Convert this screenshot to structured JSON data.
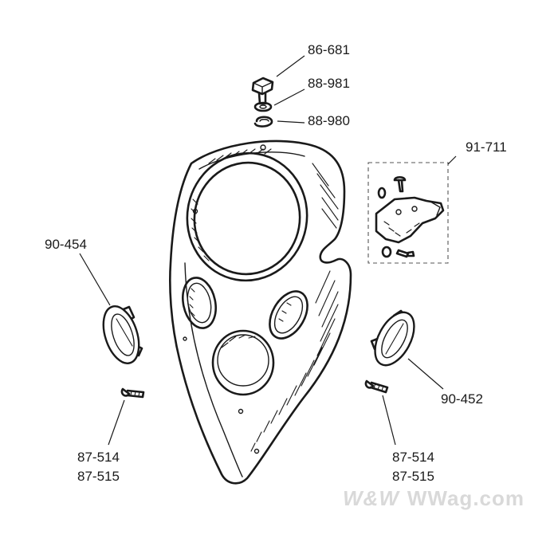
{
  "labels": {
    "bolt_top": "86-681",
    "washer_top": "88-981",
    "lockwasher_top": "88-980",
    "bracket": "91-711",
    "lens_left": "90-454",
    "lens_right": "90-452",
    "screw_left_1": "87-514",
    "screw_left_2": "87-515",
    "screw_right_1": "87-514",
    "screw_right_2": "87-515"
  },
  "watermark": {
    "logo": "W&W",
    "site": "WWag.com"
  }
}
